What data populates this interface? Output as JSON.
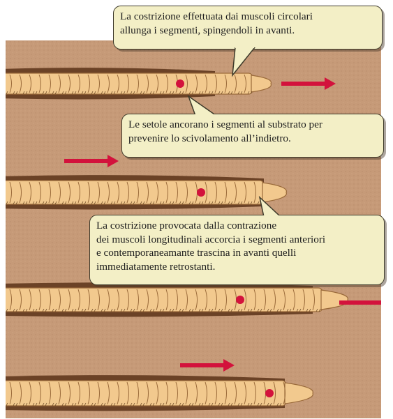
{
  "colors": {
    "soil": "#c69a78",
    "tunnel": "#6b4226",
    "worm_body": "#f2c98e",
    "worm_outline": "#9a6a3a",
    "marker": "#d3123c",
    "arrow": "#d3123c",
    "callout_fill": "#f3efc6"
  },
  "callouts": [
    {
      "id": "circular",
      "lines": [
        "La costrizione effettuata dai muscoli circolari",
        "allunga i segmenti, spingendoli in avanti."
      ]
    },
    {
      "id": "setae",
      "lines": [
        "Le setole ancorano i segmenti al substrato per",
        "prevenire lo scivolamento all’indietro."
      ]
    },
    {
      "id": "longitudinal",
      "lines": [
        "La costrizione provocata dalla contrazione",
        "dei muscoli longitudinali accorcia i segmenti anteriori",
        "e contemporaneamante trascina in avanti quelli",
        "immediatamente retrostanti."
      ]
    }
  ]
}
